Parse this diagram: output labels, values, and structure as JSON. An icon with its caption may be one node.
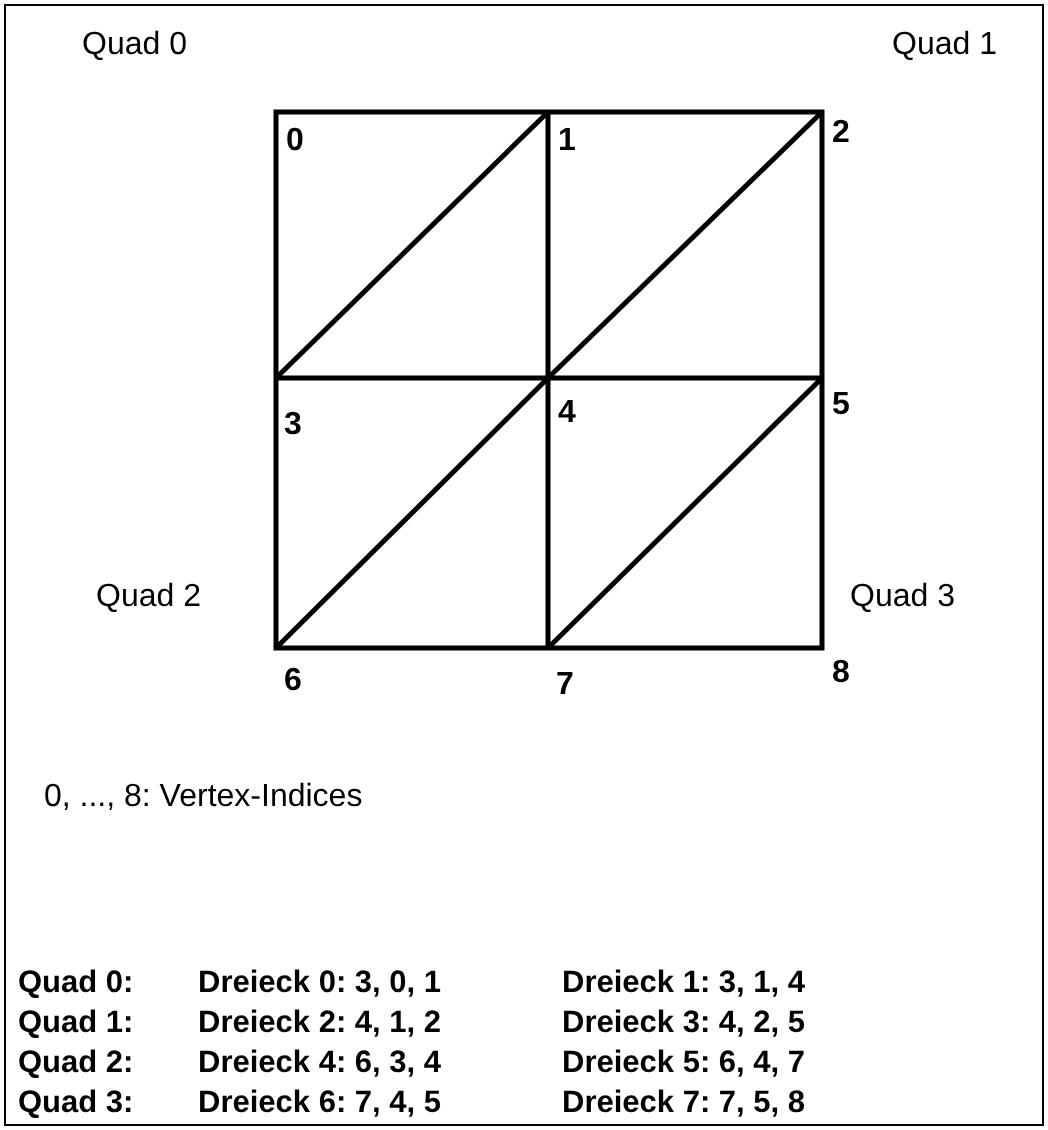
{
  "diagram": {
    "labels": [
      "Quad 0",
      "Quad 1",
      "0",
      "1",
      "2",
      "3",
      "4",
      "5",
      "Quad 2",
      "Quad 3",
      "6",
      "7",
      "8",
      "0, ..., 8: Vertex-Indices",
      "Quad 0:",
      "Dreieck 0: 3, 0, 1",
      "Dreieck 1: 3, 1, 4",
      "Quad 1:",
      "Dreieck 2: 4, 1, 2",
      "Dreieck 3: 4, 2, 5",
      "Quad 2:",
      "Dreieck 4: 6, 3, 4",
      "Dreieck 5: 6, 4, 7",
      "Quad 3:",
      "Dreieck 6: 7, 4, 5",
      "Dreieck 7: 7, 5, 8"
    ]
  }
}
